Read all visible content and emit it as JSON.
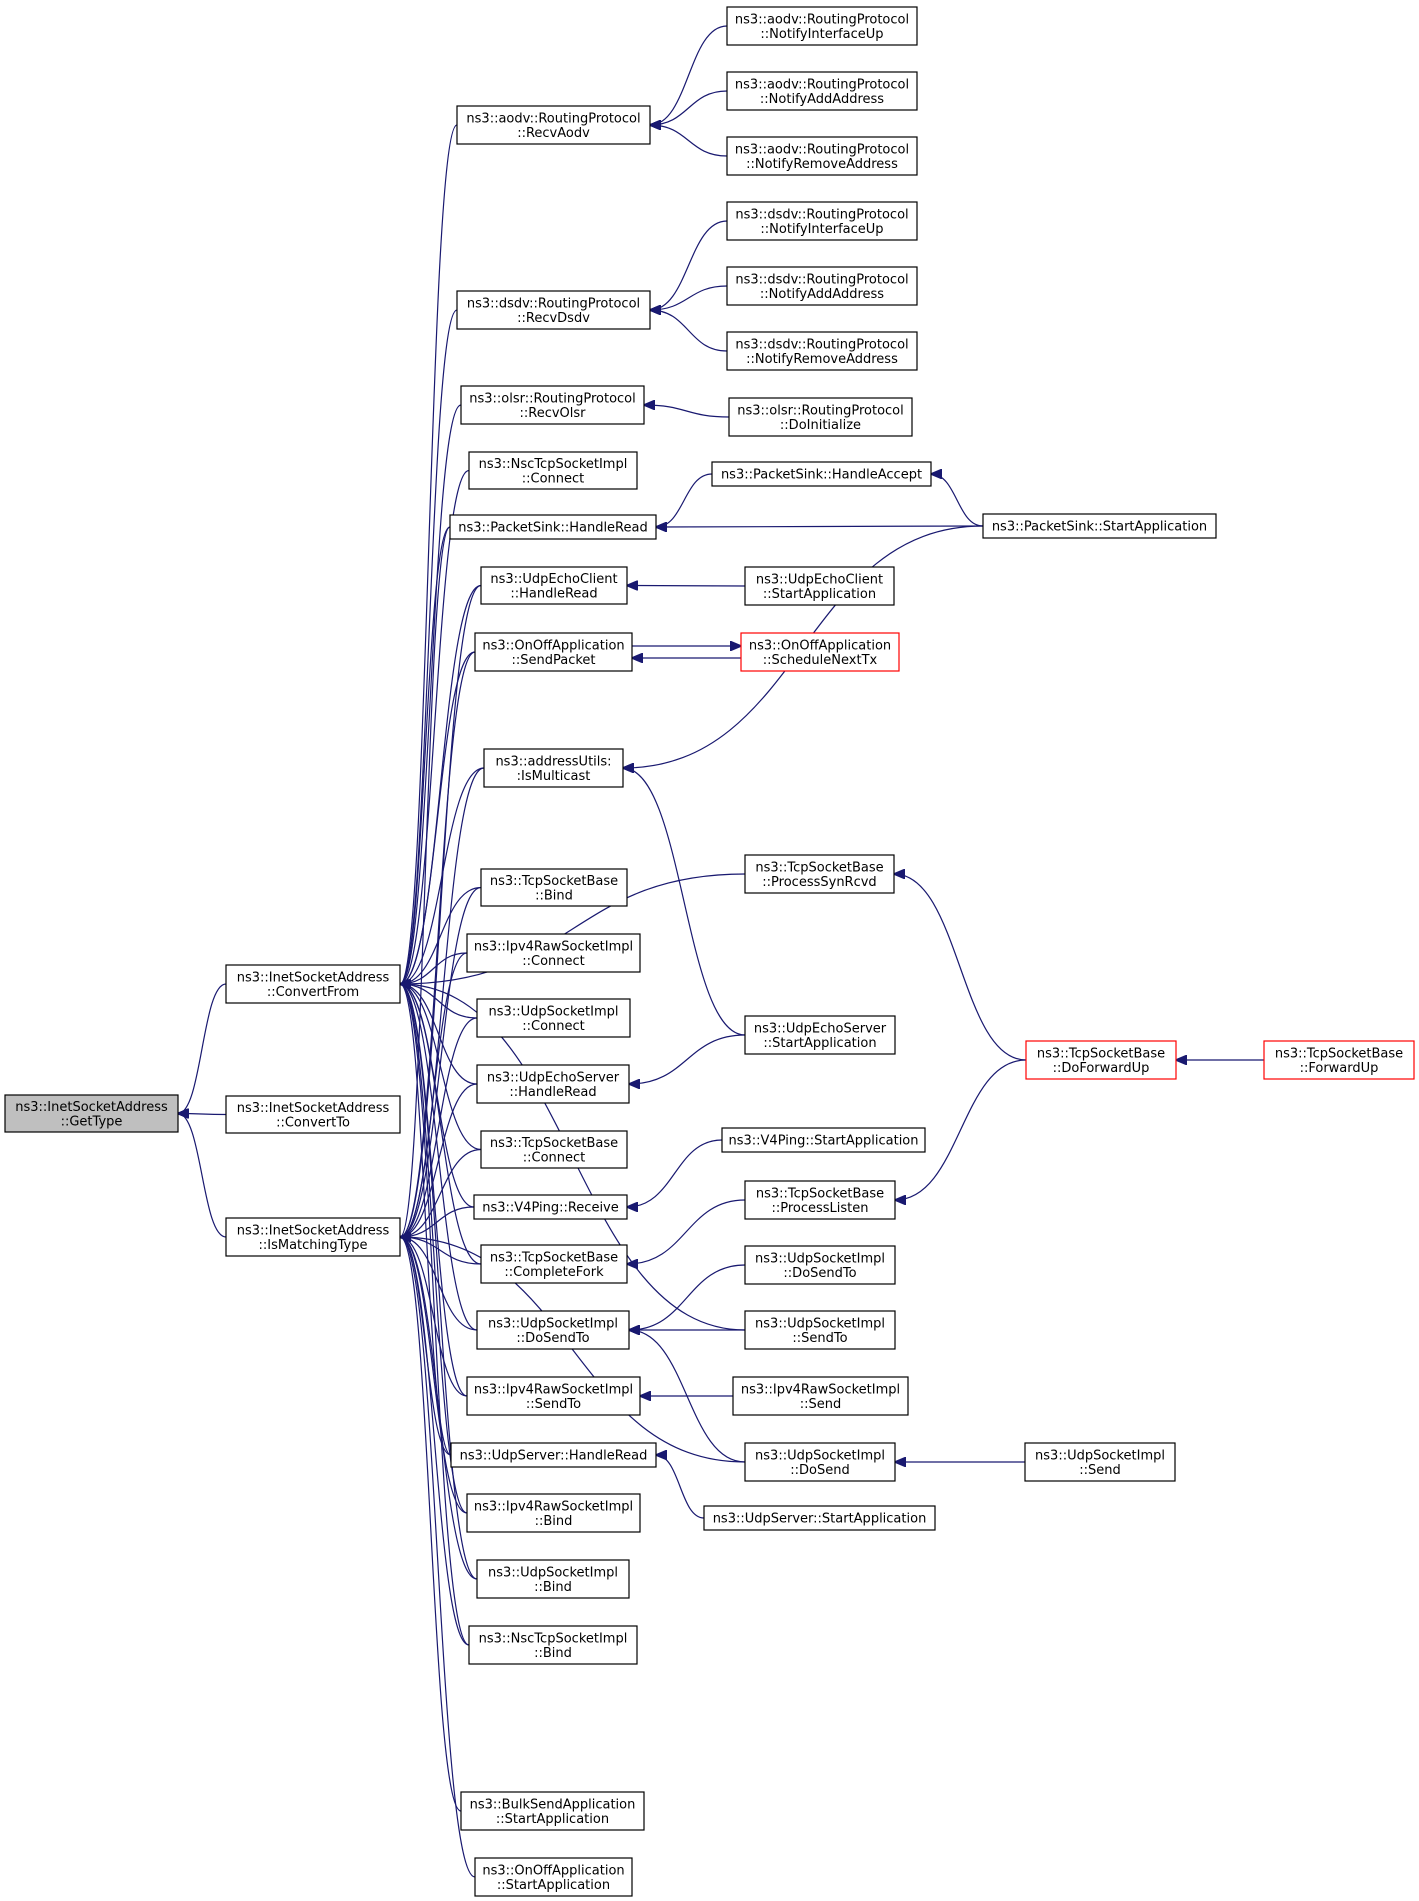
{
  "nodes": [
    {
      "id": "root",
      "lines": [
        "ns3::InetSocketAddress",
        "::GetType"
      ],
      "style": "root"
    },
    {
      "id": "convertFrom",
      "lines": [
        "ns3::InetSocketAddress",
        "::ConvertFrom"
      ]
    },
    {
      "id": "convertTo",
      "lines": [
        "ns3::InetSocketAddress",
        "::ConvertTo"
      ]
    },
    {
      "id": "isMatching",
      "lines": [
        "ns3::InetSocketAddress",
        "::IsMatchingType"
      ]
    },
    {
      "id": "aodvRecv",
      "lines": [
        "ns3::aodv::RoutingProtocol",
        "::RecvAodv"
      ]
    },
    {
      "id": "dsdvRecv",
      "lines": [
        "ns3::dsdv::RoutingProtocol",
        "::RecvDsdv"
      ]
    },
    {
      "id": "olsrRecv",
      "lines": [
        "ns3::olsr::RoutingProtocol",
        "::RecvOlsr"
      ]
    },
    {
      "id": "nscConnect",
      "lines": [
        "ns3::NscTcpSocketImpl",
        "::Connect"
      ]
    },
    {
      "id": "psHandleRead",
      "lines": [
        "ns3::PacketSink::HandleRead"
      ]
    },
    {
      "id": "udpEchoClientHR",
      "lines": [
        "ns3::UdpEchoClient",
        "::HandleRead"
      ]
    },
    {
      "id": "onoffSend",
      "lines": [
        "ns3::OnOffApplication",
        "::SendPacket"
      ]
    },
    {
      "id": "isMulticast",
      "lines": [
        "ns3::addressUtils:",
        ":IsMulticast"
      ]
    },
    {
      "id": "tcpBind",
      "lines": [
        "ns3::TcpSocketBase",
        "::Bind"
      ]
    },
    {
      "id": "ipv4RawConnect",
      "lines": [
        "ns3::Ipv4RawSocketImpl",
        "::Connect"
      ]
    },
    {
      "id": "udpSockConnect",
      "lines": [
        "ns3::UdpSocketImpl",
        "::Connect"
      ]
    },
    {
      "id": "udpEchoServerHR",
      "lines": [
        "ns3::UdpEchoServer",
        "::HandleRead"
      ]
    },
    {
      "id": "tcpConnect",
      "lines": [
        "ns3::TcpSocketBase",
        "::Connect"
      ]
    },
    {
      "id": "v4Receive",
      "lines": [
        "ns3::V4Ping::Receive"
      ]
    },
    {
      "id": "tcpCompleteFork",
      "lines": [
        "ns3::TcpSocketBase",
        "::CompleteFork"
      ]
    },
    {
      "id": "udpDoSendTo",
      "lines": [
        "ns3::UdpSocketImpl",
        "::DoSendTo"
      ]
    },
    {
      "id": "ipv4RawSendTo",
      "lines": [
        "ns3::Ipv4RawSocketImpl",
        "::SendTo"
      ]
    },
    {
      "id": "udpServerHR",
      "lines": [
        "ns3::UdpServer::HandleRead"
      ]
    },
    {
      "id": "ipv4RawBind",
      "lines": [
        "ns3::Ipv4RawSocketImpl",
        "::Bind"
      ]
    },
    {
      "id": "udpSockBind",
      "lines": [
        "ns3::UdpSocketImpl",
        "::Bind"
      ]
    },
    {
      "id": "nscBind",
      "lines": [
        "ns3::NscTcpSocketImpl",
        "::Bind"
      ]
    },
    {
      "id": "bulkStart",
      "lines": [
        "ns3::BulkSendApplication",
        "::StartApplication"
      ]
    },
    {
      "id": "onoffStart",
      "lines": [
        "ns3::OnOffApplication",
        "::StartApplication"
      ]
    },
    {
      "id": "aodvNIU",
      "lines": [
        "ns3::aodv::RoutingProtocol",
        "::NotifyInterfaceUp"
      ]
    },
    {
      "id": "aodvNAA",
      "lines": [
        "ns3::aodv::RoutingProtocol",
        "::NotifyAddAddress"
      ]
    },
    {
      "id": "aodvNRA",
      "lines": [
        "ns3::aodv::RoutingProtocol",
        "::NotifyRemoveAddress"
      ]
    },
    {
      "id": "dsdvNIU",
      "lines": [
        "ns3::dsdv::RoutingProtocol",
        "::NotifyInterfaceUp"
      ]
    },
    {
      "id": "dsdvNAA",
      "lines": [
        "ns3::dsdv::RoutingProtocol",
        "::NotifyAddAddress"
      ]
    },
    {
      "id": "dsdvNRA",
      "lines": [
        "ns3::dsdv::RoutingProtocol",
        "::NotifyRemoveAddress"
      ]
    },
    {
      "id": "olsrDoInit",
      "lines": [
        "ns3::olsr::RoutingProtocol",
        "::DoInitialize"
      ]
    },
    {
      "id": "psHandleAccept",
      "lines": [
        "ns3::PacketSink::HandleAccept"
      ]
    },
    {
      "id": "psStart",
      "lines": [
        "ns3::PacketSink::StartApplication"
      ]
    },
    {
      "id": "udpEchoClientStart",
      "lines": [
        "ns3::UdpEchoClient",
        "::StartApplication"
      ]
    },
    {
      "id": "onoffSchedule",
      "lines": [
        "ns3::OnOffApplication",
        "::ScheduleNextTx"
      ],
      "style": "red"
    },
    {
      "id": "tcpProcessSyn",
      "lines": [
        "ns3::TcpSocketBase",
        "::ProcessSynRcvd"
      ]
    },
    {
      "id": "udpEchoServerStart",
      "lines": [
        "ns3::UdpEchoServer",
        "::StartApplication"
      ]
    },
    {
      "id": "v4Start",
      "lines": [
        "ns3::V4Ping::StartApplication"
      ]
    },
    {
      "id": "tcpProcessListen",
      "lines": [
        "ns3::TcpSocketBase",
        "::ProcessListen"
      ]
    },
    {
      "id": "udpDoSendTo2",
      "lines": [
        "ns3::UdpSocketImpl",
        "::DoSendTo"
      ]
    },
    {
      "id": "udpSendTo",
      "lines": [
        "ns3::UdpSocketImpl",
        "::SendTo"
      ]
    },
    {
      "id": "ipv4RawSend",
      "lines": [
        "ns3::Ipv4RawSocketImpl",
        "::Send"
      ]
    },
    {
      "id": "udpDoSend",
      "lines": [
        "ns3::UdpSocketImpl",
        "::DoSend"
      ]
    },
    {
      "id": "udpServerStart",
      "lines": [
        "ns3::UdpServer::StartApplication"
      ]
    },
    {
      "id": "tcpDoForwardUp",
      "lines": [
        "ns3::TcpSocketBase",
        "::DoForwardUp"
      ],
      "style": "red"
    },
    {
      "id": "tcpForwardUp",
      "lines": [
        "ns3::TcpSocketBase",
        "::ForwardUp"
      ],
      "style": "red"
    },
    {
      "id": "udpSend",
      "lines": [
        "ns3::UdpSocketImpl",
        "::Send"
      ]
    }
  ],
  "edges": [
    [
      "convertFrom",
      "root"
    ],
    [
      "convertTo",
      "root"
    ],
    [
      "isMatching",
      "root"
    ],
    [
      "aodvRecv",
      "convertFrom"
    ],
    [
      "dsdvRecv",
      "convertFrom"
    ],
    [
      "olsrRecv",
      "convertFrom"
    ],
    [
      "nscConnect",
      "convertFrom"
    ],
    [
      "psHandleRead",
      "convertFrom"
    ],
    [
      "udpEchoClientHR",
      "convertFrom"
    ],
    [
      "onoffSend",
      "convertFrom"
    ],
    [
      "tcpProcessSyn",
      "convertFrom"
    ],
    [
      "isMulticast",
      "convertFrom"
    ],
    [
      "udpSendTo",
      "convertFrom"
    ],
    [
      "tcpBind",
      "convertFrom"
    ],
    [
      "ipv4RawConnect",
      "convertFrom"
    ],
    [
      "udpSockConnect",
      "convertFrom"
    ],
    [
      "udpEchoServerHR",
      "convertFrom"
    ],
    [
      "tcpConnect",
      "convertFrom"
    ],
    [
      "v4Receive",
      "convertFrom"
    ],
    [
      "tcpCompleteFork",
      "convertFrom"
    ],
    [
      "udpDoSendTo",
      "convertFrom"
    ],
    [
      "ipv4RawSendTo",
      "convertFrom"
    ],
    [
      "udpServerHR",
      "convertFrom"
    ],
    [
      "ipv4RawBind",
      "convertFrom"
    ],
    [
      "udpSockBind",
      "convertFrom"
    ],
    [
      "nscBind",
      "convertFrom"
    ],
    [
      "psHandleRead",
      "isMatching"
    ],
    [
      "udpEchoClientHR",
      "isMatching"
    ],
    [
      "onoffSend",
      "isMatching"
    ],
    [
      "isMulticast",
      "isMatching"
    ],
    [
      "tcpBind",
      "isMatching"
    ],
    [
      "ipv4RawConnect",
      "isMatching"
    ],
    [
      "udpSockConnect",
      "isMatching"
    ],
    [
      "udpEchoServerHR",
      "isMatching"
    ],
    [
      "tcpConnect",
      "isMatching"
    ],
    [
      "v4Receive",
      "isMatching"
    ],
    [
      "tcpCompleteFork",
      "isMatching"
    ],
    [
      "udpDoSendTo",
      "isMatching"
    ],
    [
      "ipv4RawSendTo",
      "isMatching"
    ],
    [
      "udpServerHR",
      "isMatching"
    ],
    [
      "ipv4RawBind",
      "isMatching"
    ],
    [
      "udpSockBind",
      "isMatching"
    ],
    [
      "nscBind",
      "isMatching"
    ],
    [
      "udpDoSend",
      "isMatching"
    ],
    [
      "bulkStart",
      "isMatching"
    ],
    [
      "onoffStart",
      "isMatching"
    ],
    [
      "aodvNIU",
      "aodvRecv"
    ],
    [
      "aodvNAA",
      "aodvRecv"
    ],
    [
      "aodvNRA",
      "aodvRecv"
    ],
    [
      "dsdvNIU",
      "dsdvRecv"
    ],
    [
      "dsdvNAA",
      "dsdvRecv"
    ],
    [
      "dsdvNRA",
      "dsdvRecv"
    ],
    [
      "olsrDoInit",
      "olsrRecv"
    ],
    [
      "psHandleAccept",
      "psHandleRead"
    ],
    [
      "psStart",
      "psHandleRead"
    ],
    [
      "psStart",
      "psHandleAccept"
    ],
    [
      "udpEchoClientStart",
      "udpEchoClientHR"
    ],
    [
      "onoffSchedule",
      "onoffSend"
    ],
    [
      "onoffSend",
      "onoffSchedule"
    ],
    [
      "psStart",
      "isMulticast"
    ],
    [
      "udpEchoServerStart",
      "isMulticast"
    ],
    [
      "udpEchoServerStart",
      "udpEchoServerHR"
    ],
    [
      "v4Start",
      "v4Receive"
    ],
    [
      "tcpProcessListen",
      "tcpCompleteFork"
    ],
    [
      "udpDoSendTo2",
      "udpDoSendTo"
    ],
    [
      "udpSendTo",
      "udpDoSendTo"
    ],
    [
      "udpDoSend",
      "udpDoSendTo"
    ],
    [
      "ipv4RawSend",
      "ipv4RawSendTo"
    ],
    [
      "udpServerStart",
      "udpServerHR"
    ],
    [
      "udpSend",
      "udpDoSend"
    ],
    [
      "tcpDoForwardUp",
      "tcpProcessSyn"
    ],
    [
      "tcpDoForwardUp",
      "tcpProcessListen"
    ],
    [
      "tcpForwardUp",
      "tcpDoForwardUp"
    ]
  ]
}
